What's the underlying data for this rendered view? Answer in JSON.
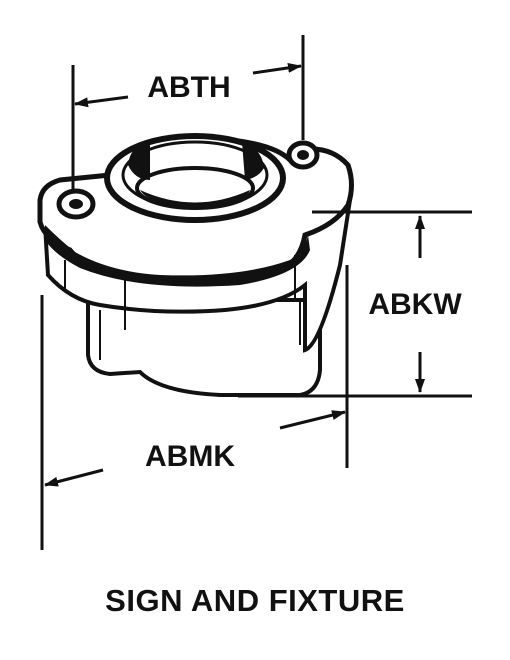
{
  "dimensions": {
    "width_top": "ABTH",
    "height": "ABKW",
    "width_base": "ABMK"
  },
  "caption": "SIGN AND FIXTURE"
}
